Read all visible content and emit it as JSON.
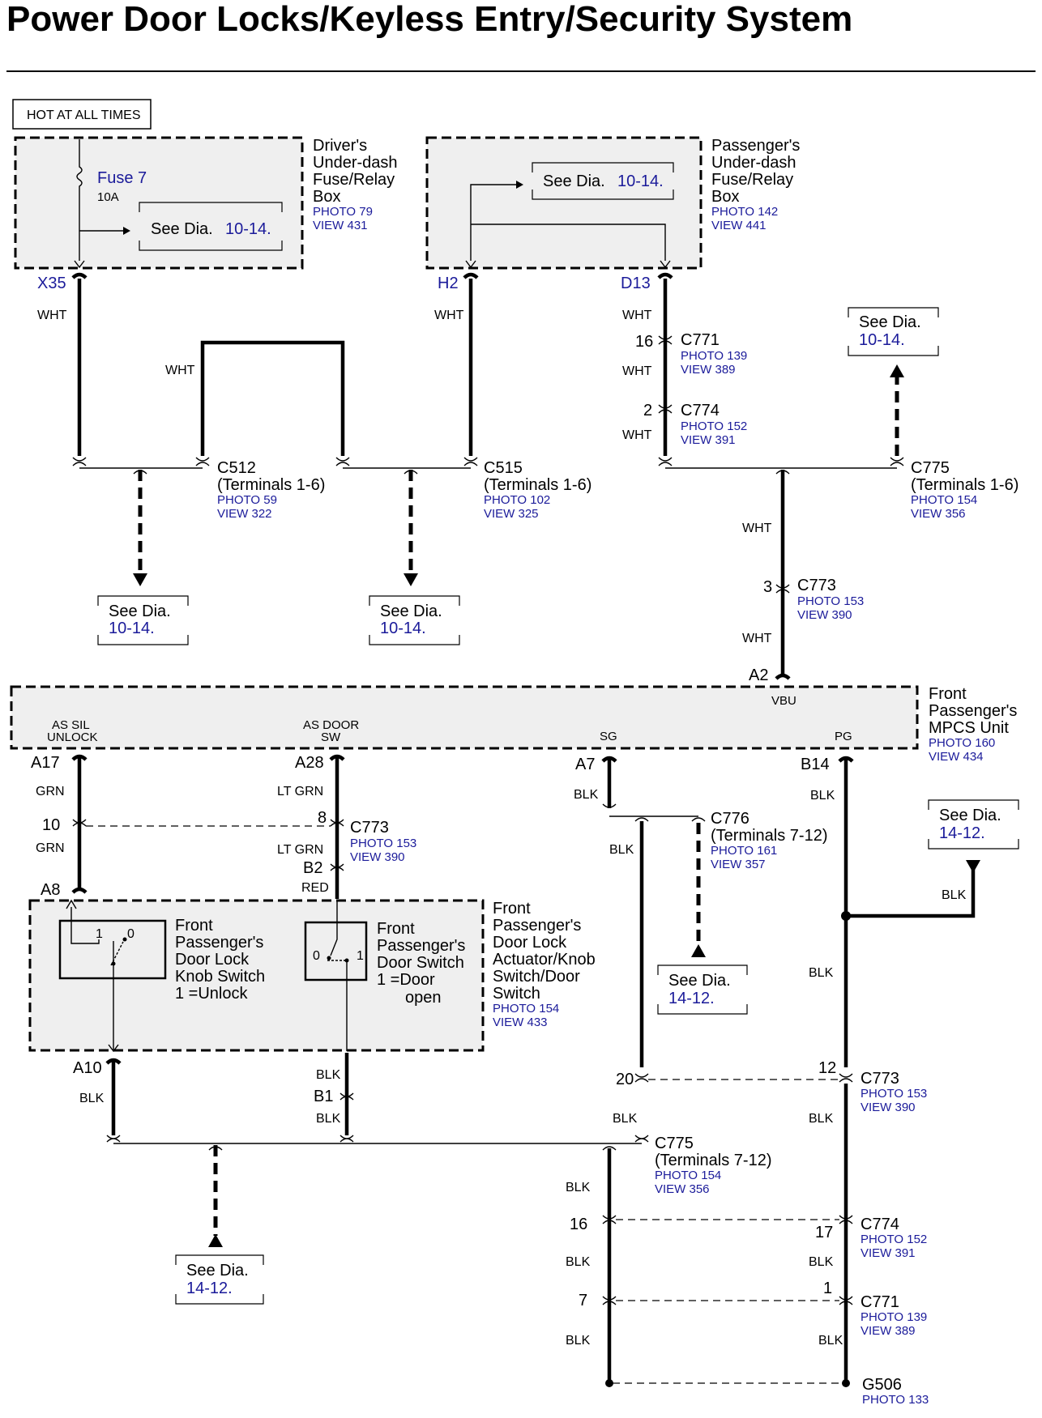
{
  "title": "Power Door Locks/Keyless Entry/Security System",
  "hot_label": "HOT AT ALL TIMES",
  "see_dia": "See Dia.",
  "ref_1014": "10-14.",
  "ref_1412": "14-12.",
  "driver_box": {
    "l1": "Driver's",
    "l2": "Under-dash",
    "l3": "Fuse/Relay",
    "l4": "Box",
    "photo": "PHOTO 79",
    "view": "VIEW 431"
  },
  "pass_box": {
    "l1": "Passenger's",
    "l2": "Under-dash",
    "l3": "Fuse/Relay",
    "l4": "Box",
    "photo": "PHOTO 142",
    "view": "VIEW 441"
  },
  "fuse": {
    "name": "Fuse 7",
    "rating": "10A"
  },
  "terms": {
    "x35": "X35",
    "h2": "H2",
    "d13": "D13",
    "a2": "A2",
    "a17": "A17",
    "a28": "A28",
    "a7": "A7",
    "b14": "B14",
    "a8": "A8",
    "a10": "A10",
    "b1": "B1",
    "b2": "B2"
  },
  "pins": {
    "p16": "16",
    "p2": "2",
    "p3": "3",
    "p10": "10",
    "p8": "8",
    "p20": "20",
    "p12": "12",
    "p17": "17",
    "p7": "7",
    "p1": "1"
  },
  "colors": {
    "wht": "WHT",
    "grn": "GRN",
    "ltgrn": "LT GRN",
    "red": "RED",
    "blk": "BLK"
  },
  "conn": {
    "c771": {
      "name": "C771",
      "photo": "PHOTO 139",
      "view": "VIEW 389"
    },
    "c774": {
      "name": "C774",
      "photo": "PHOTO 152",
      "view": "VIEW 391"
    },
    "c512": {
      "name": "C512",
      "sub": "(Terminals 1-6)",
      "photo": "PHOTO 59",
      "view": "VIEW 322"
    },
    "c515": {
      "name": "C515",
      "sub": "(Terminals 1-6)",
      "photo": "PHOTO 102",
      "view": "VIEW 325"
    },
    "c775a": {
      "name": "C775",
      "sub": "(Terminals 1-6)",
      "photo": "PHOTO 154",
      "view": "VIEW 356"
    },
    "c773": {
      "name": "C773",
      "photo": "PHOTO 153",
      "view": "VIEW 390"
    },
    "c776": {
      "name": "C776",
      "sub": "(Terminals 7-12)",
      "photo": "PHOTO 161",
      "view": "VIEW 357"
    },
    "c775b": {
      "name": "C775",
      "sub": "(Terminals 7-12)",
      "photo": "PHOTO 154",
      "view": "VIEW 356"
    },
    "g506": {
      "name": "G506",
      "photo": "PHOTO 133"
    }
  },
  "mpcs": {
    "l1": "Front",
    "l2": "Passenger's",
    "l3": "MPCS Unit",
    "photo": "PHOTO 160",
    "view": "VIEW 434",
    "vbu": "VBU",
    "sil1": "AS SIL",
    "sil2": "UNLOCK",
    "door1": "AS DOOR",
    "door2": "SW",
    "sg": "SG",
    "pg": "PG"
  },
  "actuator": {
    "l1": "Front",
    "l2": "Passenger's",
    "l3": "Door Lock",
    "l4": "Actuator/Knob",
    "l5": "Switch/Door",
    "l6": "Switch",
    "photo": "PHOTO 154",
    "view": "VIEW 433"
  },
  "knob_switch": {
    "l1": "Front",
    "l2": "Passenger's",
    "l3": "Door Lock",
    "l4": "Knob Switch",
    "l5": "1 =Unlock",
    "one": "1",
    "zero": "0"
  },
  "door_switch": {
    "l1": "Front",
    "l2": "Passenger's",
    "l3": "Door Switch",
    "l4": "1 =Door",
    "l5": "open",
    "one": "1",
    "zero": "0"
  }
}
